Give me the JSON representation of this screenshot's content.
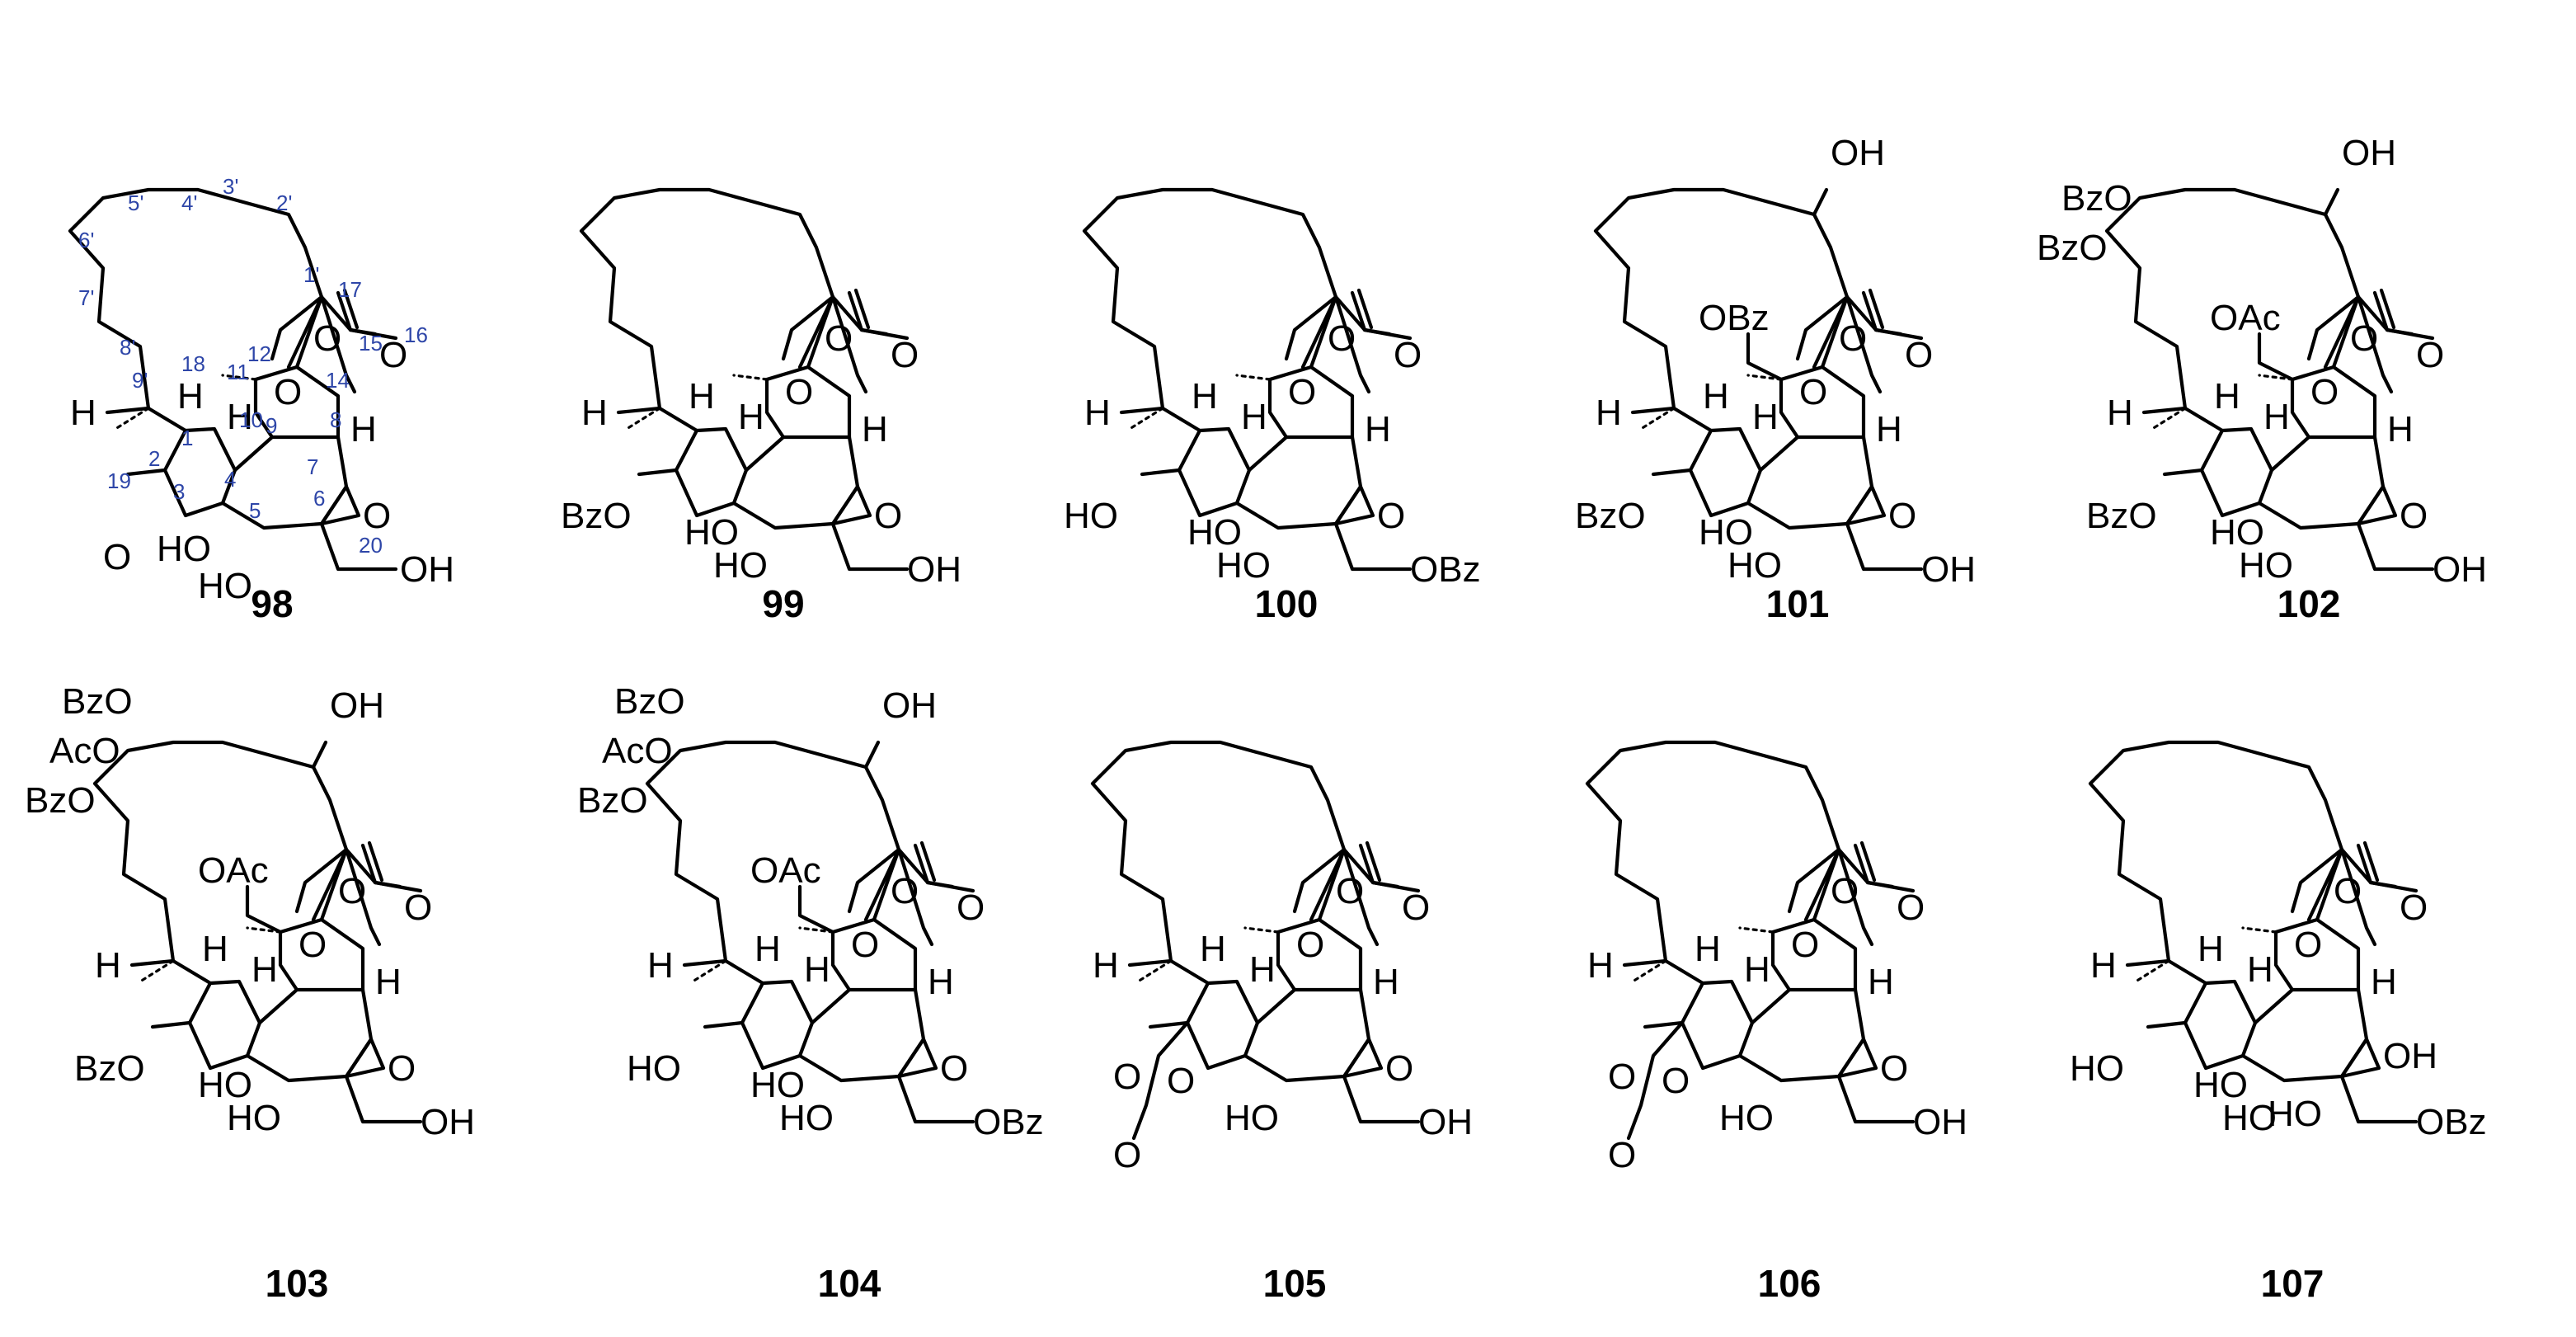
{
  "figure": {
    "compounds": [
      {
        "id": "98",
        "labels": {
          "oh_c4": "HO",
          "oh_c5": "HO",
          "oh_c20": "OH",
          "ketone_o": "O",
          "h_c1": "H",
          "h_c10": "H",
          "h_c8": "H",
          "h_c9p": "H",
          "o_c7": "O",
          "o_c9": "O",
          "o_c15": "O",
          "o_c17": "O"
        },
        "atom_numbers": {
          "n1": "1",
          "n2": "2",
          "n3": "3",
          "n4": "4",
          "n5": "5",
          "n6": "6",
          "n7": "7",
          "n8": "8",
          "n9": "9",
          "n10": "10",
          "n11": "11",
          "n12": "12",
          "n14": "14",
          "n15": "15",
          "n16": "16",
          "n17": "17",
          "n18": "18",
          "n19": "19",
          "n20": "20",
          "n1p": "1'",
          "n2p": "2'",
          "n3p": "3'",
          "n4p": "4'",
          "n5p": "5'",
          "n6p": "6'",
          "n7p": "7'",
          "n8p": "8'",
          "n9p": "9'"
        }
      },
      {
        "id": "99",
        "labels": {
          "c3": "BzO",
          "c4": "HO",
          "c5": "HO",
          "c20": "OH",
          "h1": "H",
          "h10": "H",
          "h8": "H",
          "h9p": "H",
          "o7": "O",
          "o9": "O",
          "o15": "O",
          "o17": "O"
        }
      },
      {
        "id": "100",
        "labels": {
          "c3": "HO",
          "c4": "HO",
          "c5": "HO",
          "c20": "OBz",
          "h1": "H",
          "h10": "H",
          "h8": "H",
          "h9p": "H",
          "o7": "O",
          "o9": "O",
          "o15": "O",
          "o17": "O"
        }
      },
      {
        "id": "101",
        "labels": {
          "c2p": "OH",
          "c18": "OBz",
          "c3": "BzO",
          "c4": "HO",
          "c5": "HO",
          "c20": "OH",
          "h1": "H",
          "h10": "H",
          "h8": "H",
          "h9p": "H",
          "o7": "O",
          "o9": "O",
          "o15": "O",
          "o17": "O"
        }
      },
      {
        "id": "102",
        "labels": {
          "c2p": "OH",
          "c6p": "BzO",
          "c7p": "BzO",
          "c18": "OAc",
          "c3": "BzO",
          "c4": "HO",
          "c5": "HO",
          "c20": "OH",
          "h1": "H",
          "h10": "H",
          "h8": "H",
          "h9p": "H",
          "o7": "O",
          "o9": "O",
          "o15": "O",
          "o17": "O"
        }
      },
      {
        "id": "103",
        "labels": {
          "c2p": "OH",
          "c5p": "BzO",
          "c6p": "AcO",
          "c7p": "BzO",
          "c18": "OAc",
          "c3": "BzO",
          "c4": "HO",
          "c5": "HO",
          "c20": "OH",
          "h1": "H",
          "h10": "H",
          "h8": "H",
          "h9p": "H",
          "o7": "O",
          "o9": "O",
          "o15": "O",
          "o17": "O"
        }
      },
      {
        "id": "104",
        "labels": {
          "c2p": "OH",
          "c5p": "BzO",
          "c6p": "AcO",
          "c7p": "BzO",
          "c18": "OAc",
          "c3": "HO",
          "c4": "HO",
          "c5": "HO",
          "c20": "OBz",
          "h1": "H",
          "h10": "H",
          "h8": "H",
          "h9p": "H",
          "o7": "O",
          "o9": "O",
          "o15": "O",
          "o17": "O"
        }
      },
      {
        "id": "105",
        "labels": {
          "lac_o1": "O",
          "lac_o2": "O",
          "lac_co": "O",
          "c5": "HO",
          "c20": "OH",
          "h1": "H",
          "h10": "H",
          "h8": "H",
          "h9p": "H",
          "o7": "O",
          "o9": "O",
          "o15": "O",
          "o17": "O"
        }
      },
      {
        "id": "106",
        "labels": {
          "lac_o1": "O",
          "lac_o2": "O",
          "lac_co": "O",
          "c5": "HO",
          "c20": "OH",
          "h1": "H",
          "h10": "H",
          "h8": "H",
          "h9p": "H",
          "o7": "O",
          "o9": "O",
          "o15": "O",
          "o17": "O"
        }
      },
      {
        "id": "107",
        "labels": {
          "c3": "HO",
          "c4": "HO",
          "c5": "HO",
          "c6": "HO",
          "c7": "OH",
          "c20": "OBz",
          "h1": "H",
          "h10": "H",
          "h8": "H",
          "h9p": "H",
          "o9": "O",
          "o15": "O",
          "o17": "O"
        }
      }
    ]
  },
  "colors": {
    "bond": "#000000",
    "atom_number": "#2e46a8",
    "background": "#ffffff"
  }
}
